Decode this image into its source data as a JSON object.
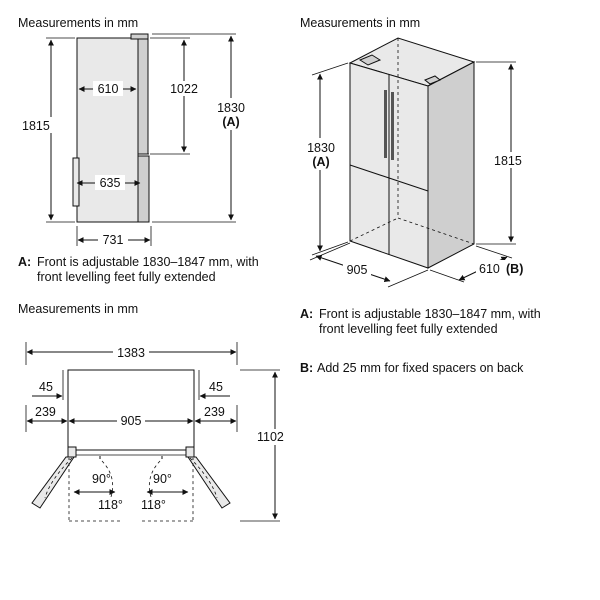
{
  "side_view": {
    "title": "Measurements in mm",
    "dims": {
      "depth_body": "610",
      "depth_lower": "635",
      "depth_total": "731",
      "height_upper": "1022",
      "height_total": "1815",
      "height_front": "1830",
      "height_front_ref": "(A)"
    },
    "note_key": "A:",
    "note_line1": "Front is adjustable 1830–1847 mm, with",
    "note_line2": "front levelling feet fully extended"
  },
  "iso_view": {
    "title": "Measurements in mm",
    "dims": {
      "height_front": "1830",
      "height_front_ref": "(A)",
      "height_back": "1815",
      "width": "905",
      "depth": "610",
      "depth_ref": "(B)"
    }
  },
  "plan_view": {
    "title": "Measurements in mm",
    "dims": {
      "total_width": "1383",
      "left_offset": "45",
      "right_offset": "45",
      "left_swing": "239",
      "right_swing": "239",
      "body_width": "905",
      "depth_open": "1102",
      "angle_left_90": "90°",
      "angle_right_90": "90°",
      "angle_left_118": "118°",
      "angle_right_118": "118°"
    }
  },
  "notes": {
    "a_key": "A:",
    "a_line1": "Front is adjustable 1830–1847 mm, with",
    "a_line2": "front levelling feet fully extended",
    "b_key": "B:",
    "b_line1": "Add 25 mm for fixed spacers on back"
  }
}
